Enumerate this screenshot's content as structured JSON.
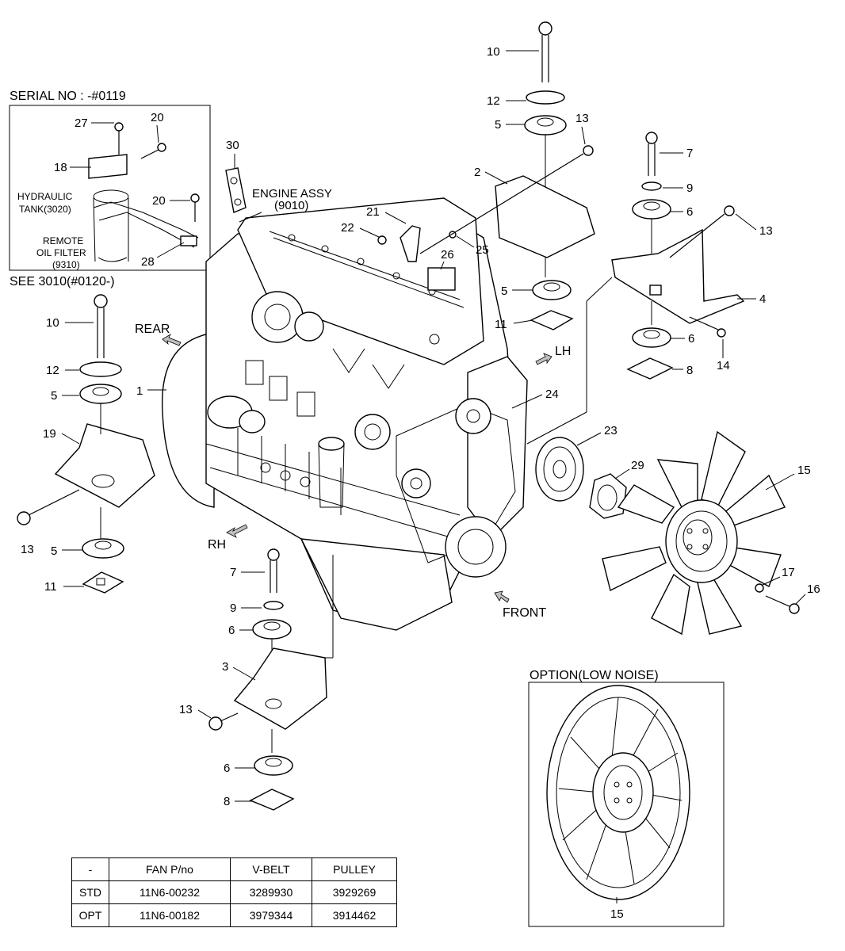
{
  "inset_serial": {
    "title": "SERIAL NO : -#0119"
  },
  "inset_labels": {
    "hydraulic_tank_line1": "HYDRAULIC",
    "hydraulic_tank_line2": "TANK(3020)",
    "remote_filter_line1": "REMOTE",
    "remote_filter_line2": "OIL FILTER",
    "remote_filter_line3": "(9310)"
  },
  "see_note": "SEE 3010(#0120-)",
  "engine_label_line1": "ENGINE ASSY",
  "engine_label_line2": "(9010)",
  "directions": {
    "rear": "REAR",
    "lh": "LH",
    "rh": "RH",
    "front": "FRONT"
  },
  "option_title": "OPTION(LOW NOISE)",
  "callouts": {
    "c1": "1",
    "c2": "2",
    "c3": "3",
    "c4": "4",
    "c5": "5",
    "c6": "6",
    "c7": "7",
    "c8": "8",
    "c9": "9",
    "c10": "10",
    "c11": "11",
    "c12": "12",
    "c13": "13",
    "c14": "14",
    "c15": "15",
    "c16": "16",
    "c17": "17",
    "c18": "18",
    "c19": "19",
    "c20": "20",
    "c21": "21",
    "c22": "22",
    "c23": "23",
    "c24": "24",
    "c25": "25",
    "c26": "26",
    "c27": "27",
    "c28": "28",
    "c29": "29",
    "c30": "30"
  },
  "parts_table": {
    "headers": [
      "-",
      "FAN P/no",
      "V-BELT",
      "PULLEY"
    ],
    "rows": [
      [
        "STD",
        "11N6-00232",
        "3289930",
        "3929269"
      ],
      [
        "OPT",
        "11N6-00182",
        "3979344",
        "3914462"
      ]
    ]
  }
}
